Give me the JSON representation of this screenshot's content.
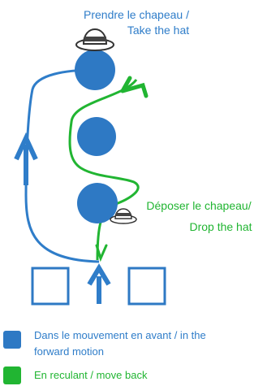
{
  "colors": {
    "blue": "#2f7dc9",
    "green": "#21b532",
    "circle": "#2e79c4",
    "box_border": "#2e79c4"
  },
  "labels": {
    "take_hat_fr": "Prendre le chapeau /",
    "take_hat_en": "Take the hat",
    "drop_hat_fr": "Déposer le chapeau/",
    "drop_hat_en": "Drop the hat"
  },
  "legend": {
    "forward_line1": "Dans le mouvement en avant / in the",
    "forward_line2": "forward motion",
    "back": "En reculant / move back"
  },
  "icons": [
    "hat-icon",
    "arrow-icon"
  ]
}
